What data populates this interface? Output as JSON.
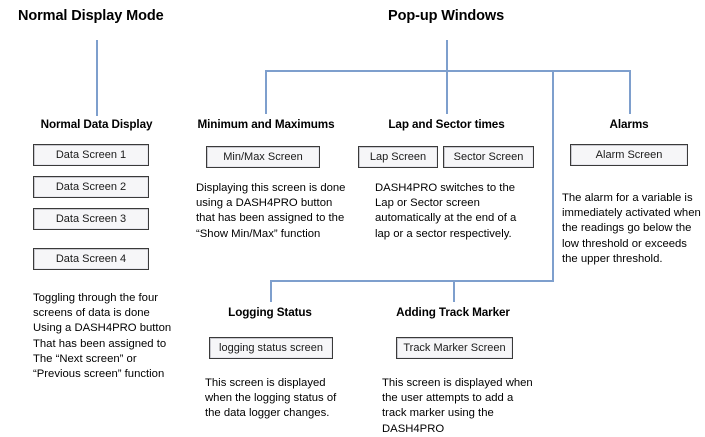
{
  "diagram": {
    "type": "flow-tree",
    "title_left": "Normal Display Mode",
    "title_right": "Pop-up Windows",
    "line_color": "#7e9fcd",
    "box_border_color": "#3a3a3a",
    "box_fill_color": "#f6f6f8"
  },
  "branches": {
    "normal_data_display": {
      "heading": "Normal Data Display",
      "screens": [
        "Data Screen 1",
        "Data Screen 2",
        "Data Screen 3",
        "Data Screen 4"
      ],
      "note": "Toggling through the four\nscreens of data is done\nUsing a DASH4PRO button\nThat has been assigned to\nThe “Next screen” or\n“Previous screen” function"
    },
    "minimum_and_maximums": {
      "heading": "Minimum and Maximums",
      "screens": [
        "Min/Max Screen"
      ],
      "note": "Displaying this screen is done\nusing a DASH4PRO button\nthat has been assigned to the\n“Show Min/Max” function"
    },
    "lap_and_sector_times": {
      "heading": "Lap and Sector times",
      "screens": [
        "Lap Screen",
        "Sector Screen"
      ],
      "note": "DASH4PRO switches to the\nLap or Sector screen\nautomatically at the end of a\nlap or a sector respectively."
    },
    "alarms": {
      "heading": "Alarms",
      "screens": [
        "Alarm Screen"
      ],
      "note": "The alarm for a variable is\nimmediately activated when\nthe readings go below the\nlow threshold or exceeds\nthe upper threshold."
    },
    "logging_status": {
      "heading": "Logging Status",
      "screens": [
        "logging status screen"
      ],
      "note": "This screen is displayed\nwhen the logging status of\nthe data logger changes."
    },
    "adding_track_marker": {
      "heading": "Adding Track Marker",
      "screens": [
        "Track Marker Screen"
      ],
      "note": "This screen is displayed when\nthe user attempts to add a\ntrack marker using the\nDASH4PRO"
    }
  }
}
